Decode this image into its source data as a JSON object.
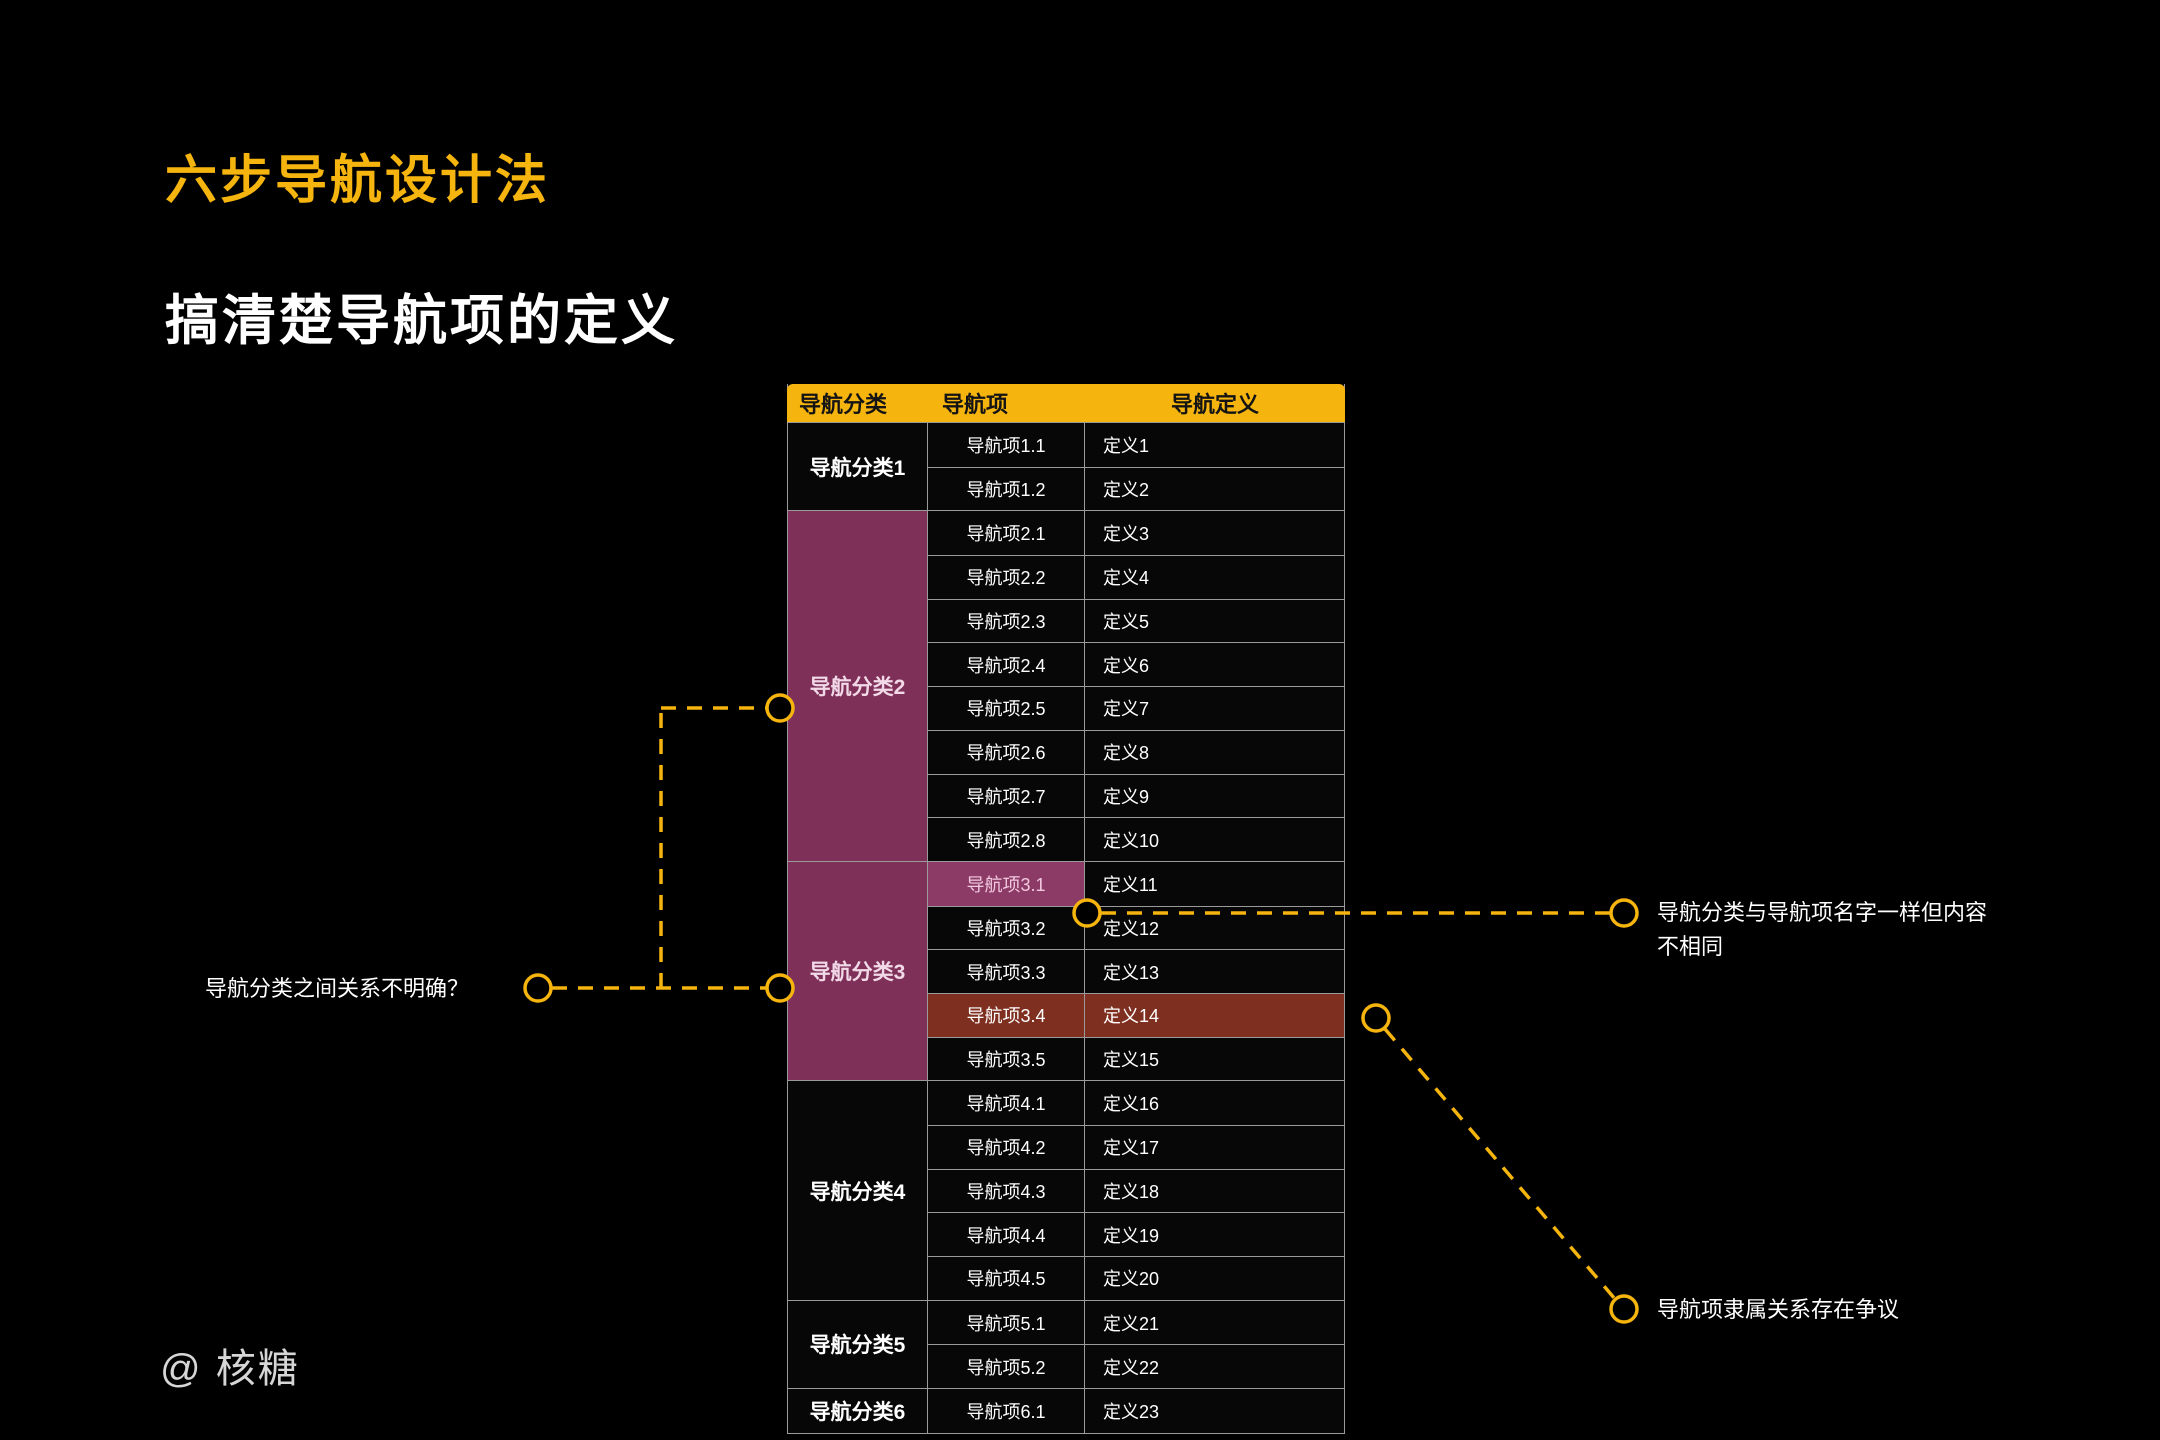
{
  "page": {
    "title": "六步导航设计法",
    "subtitle": "搞清楚导航项的定义",
    "watermark": "@ 核糖"
  },
  "colors": {
    "background": "#000000",
    "accent_yellow": "#F5B40E",
    "category_purple": "#7E3059",
    "item_highlight_purple": "#8C3A66",
    "row_highlight_red": "#7E2F1F",
    "table_border": "#9A9A9A"
  },
  "table": {
    "headers": [
      "导航分类",
      "导航项",
      "导航定义"
    ],
    "groups": [
      {
        "category": "导航分类1",
        "style": "plain",
        "rows": [
          {
            "item": "导航项1.1",
            "definition": "定义1"
          },
          {
            "item": "导航项1.2",
            "definition": "定义2"
          }
        ]
      },
      {
        "category": "导航分类2",
        "style": "purple",
        "rows": [
          {
            "item": "导航项2.1",
            "definition": "定义3"
          },
          {
            "item": "导航项2.2",
            "definition": "定义4"
          },
          {
            "item": "导航项2.3",
            "definition": "定义5"
          },
          {
            "item": "导航项2.4",
            "definition": "定义6"
          },
          {
            "item": "导航项2.5",
            "definition": "定义7"
          },
          {
            "item": "导航项2.6",
            "definition": "定义8"
          },
          {
            "item": "导航项2.7",
            "definition": "定义9"
          },
          {
            "item": "导航项2.8",
            "definition": "定义10"
          }
        ]
      },
      {
        "category": "导航分类3",
        "style": "purple",
        "rows": [
          {
            "item": "导航项3.1",
            "definition": "定义11",
            "item_highlight": "purple"
          },
          {
            "item": "导航项3.2",
            "definition": "定义12"
          },
          {
            "item": "导航项3.3",
            "definition": "定义13"
          },
          {
            "item": "导航项3.4",
            "definition": "定义14",
            "row_highlight": "red"
          },
          {
            "item": "导航项3.5",
            "definition": "定义15"
          }
        ]
      },
      {
        "category": "导航分类4",
        "style": "plain",
        "rows": [
          {
            "item": "导航项4.1",
            "definition": "定义16"
          },
          {
            "item": "导航项4.2",
            "definition": "定义17"
          },
          {
            "item": "导航项4.3",
            "definition": "定义18"
          },
          {
            "item": "导航项4.4",
            "definition": "定义19"
          },
          {
            "item": "导航项4.5",
            "definition": "定义20"
          }
        ]
      },
      {
        "category": "导航分类5",
        "style": "plain",
        "rows": [
          {
            "item": "导航项5.1",
            "definition": "定义21"
          },
          {
            "item": "导航项5.2",
            "definition": "定义22"
          }
        ]
      },
      {
        "category": "导航分类6",
        "style": "plain",
        "rows": [
          {
            "item": "导航项6.1",
            "definition": "定义23"
          }
        ]
      }
    ]
  },
  "annotations": {
    "left": "导航分类之间关系不明确？",
    "right_top": "导航分类与导航项名字一样但内容不相同",
    "right_bottom": "导航项隶属关系存在争议"
  }
}
